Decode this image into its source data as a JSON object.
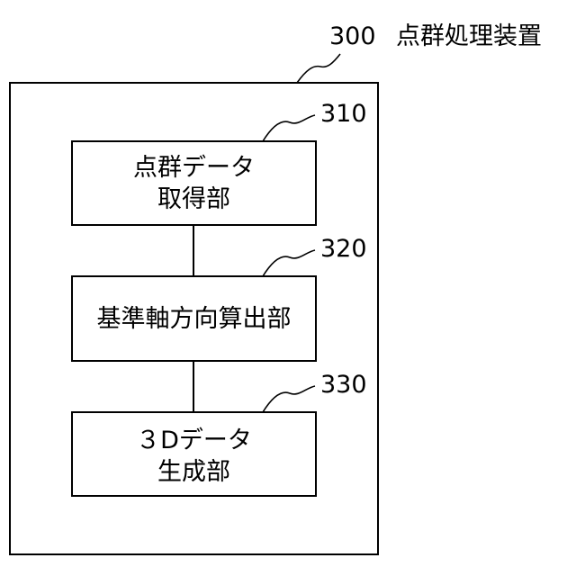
{
  "device": {
    "number": "300",
    "name": "点群処理装置"
  },
  "blocks": [
    {
      "number": "310",
      "line1": "点群データ",
      "line2": "取得部"
    },
    {
      "number": "320",
      "line1": "基準軸方向算出部",
      "line2": ""
    },
    {
      "number": "330",
      "line1": "３Dデータ",
      "line2": "生成部"
    }
  ],
  "colors": {
    "line": "#000000",
    "background": "#ffffff"
  }
}
